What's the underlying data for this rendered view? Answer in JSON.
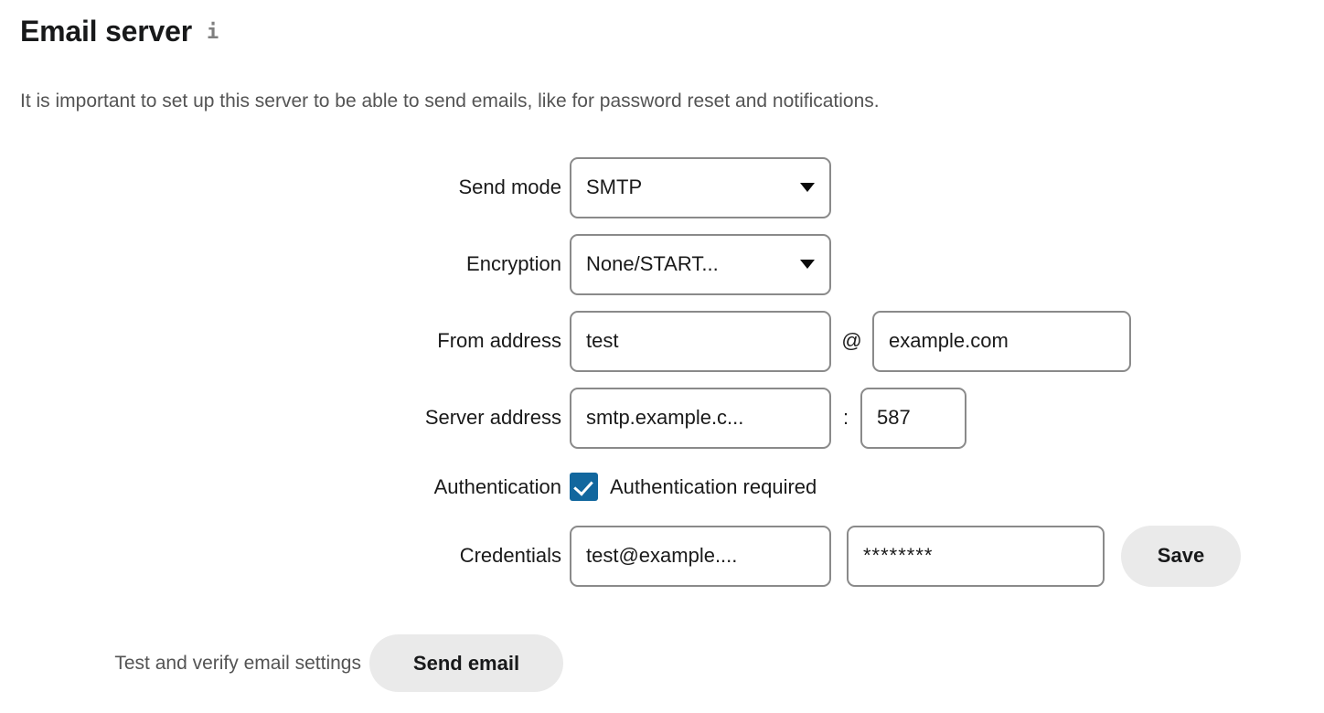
{
  "header": {
    "title": "Email server",
    "info_icon": "info-icon",
    "subtitle": "It is important to set up this server to be able to send emails, like for password reset and notifications."
  },
  "form": {
    "send_mode": {
      "label": "Send mode",
      "value": "SMTP",
      "caret_icon": "chevron-down-icon"
    },
    "encryption": {
      "label": "Encryption",
      "value": "None/START...",
      "caret_icon": "chevron-down-icon"
    },
    "from_address": {
      "label": "From address",
      "local_part": "test",
      "separator": "@",
      "domain": "example.com"
    },
    "server_address": {
      "label": "Server address",
      "host": "smtp.example.c...",
      "separator": ":",
      "port": "587"
    },
    "authentication": {
      "label": "Authentication",
      "checkbox_label": "Authentication required",
      "checked": true
    },
    "credentials": {
      "label": "Credentials",
      "username": "test@example....",
      "password": "********",
      "save_label": "Save"
    }
  },
  "footer": {
    "test_label": "Test and verify email settings",
    "send_email_label": "Send email"
  },
  "colors": {
    "accent_checkbox": "#12679e",
    "field_border": "#8a8a8a",
    "button_background": "#eaeaea",
    "text_primary": "#1a1a1a",
    "text_muted": "#545454",
    "page_background": "#ffffff"
  }
}
